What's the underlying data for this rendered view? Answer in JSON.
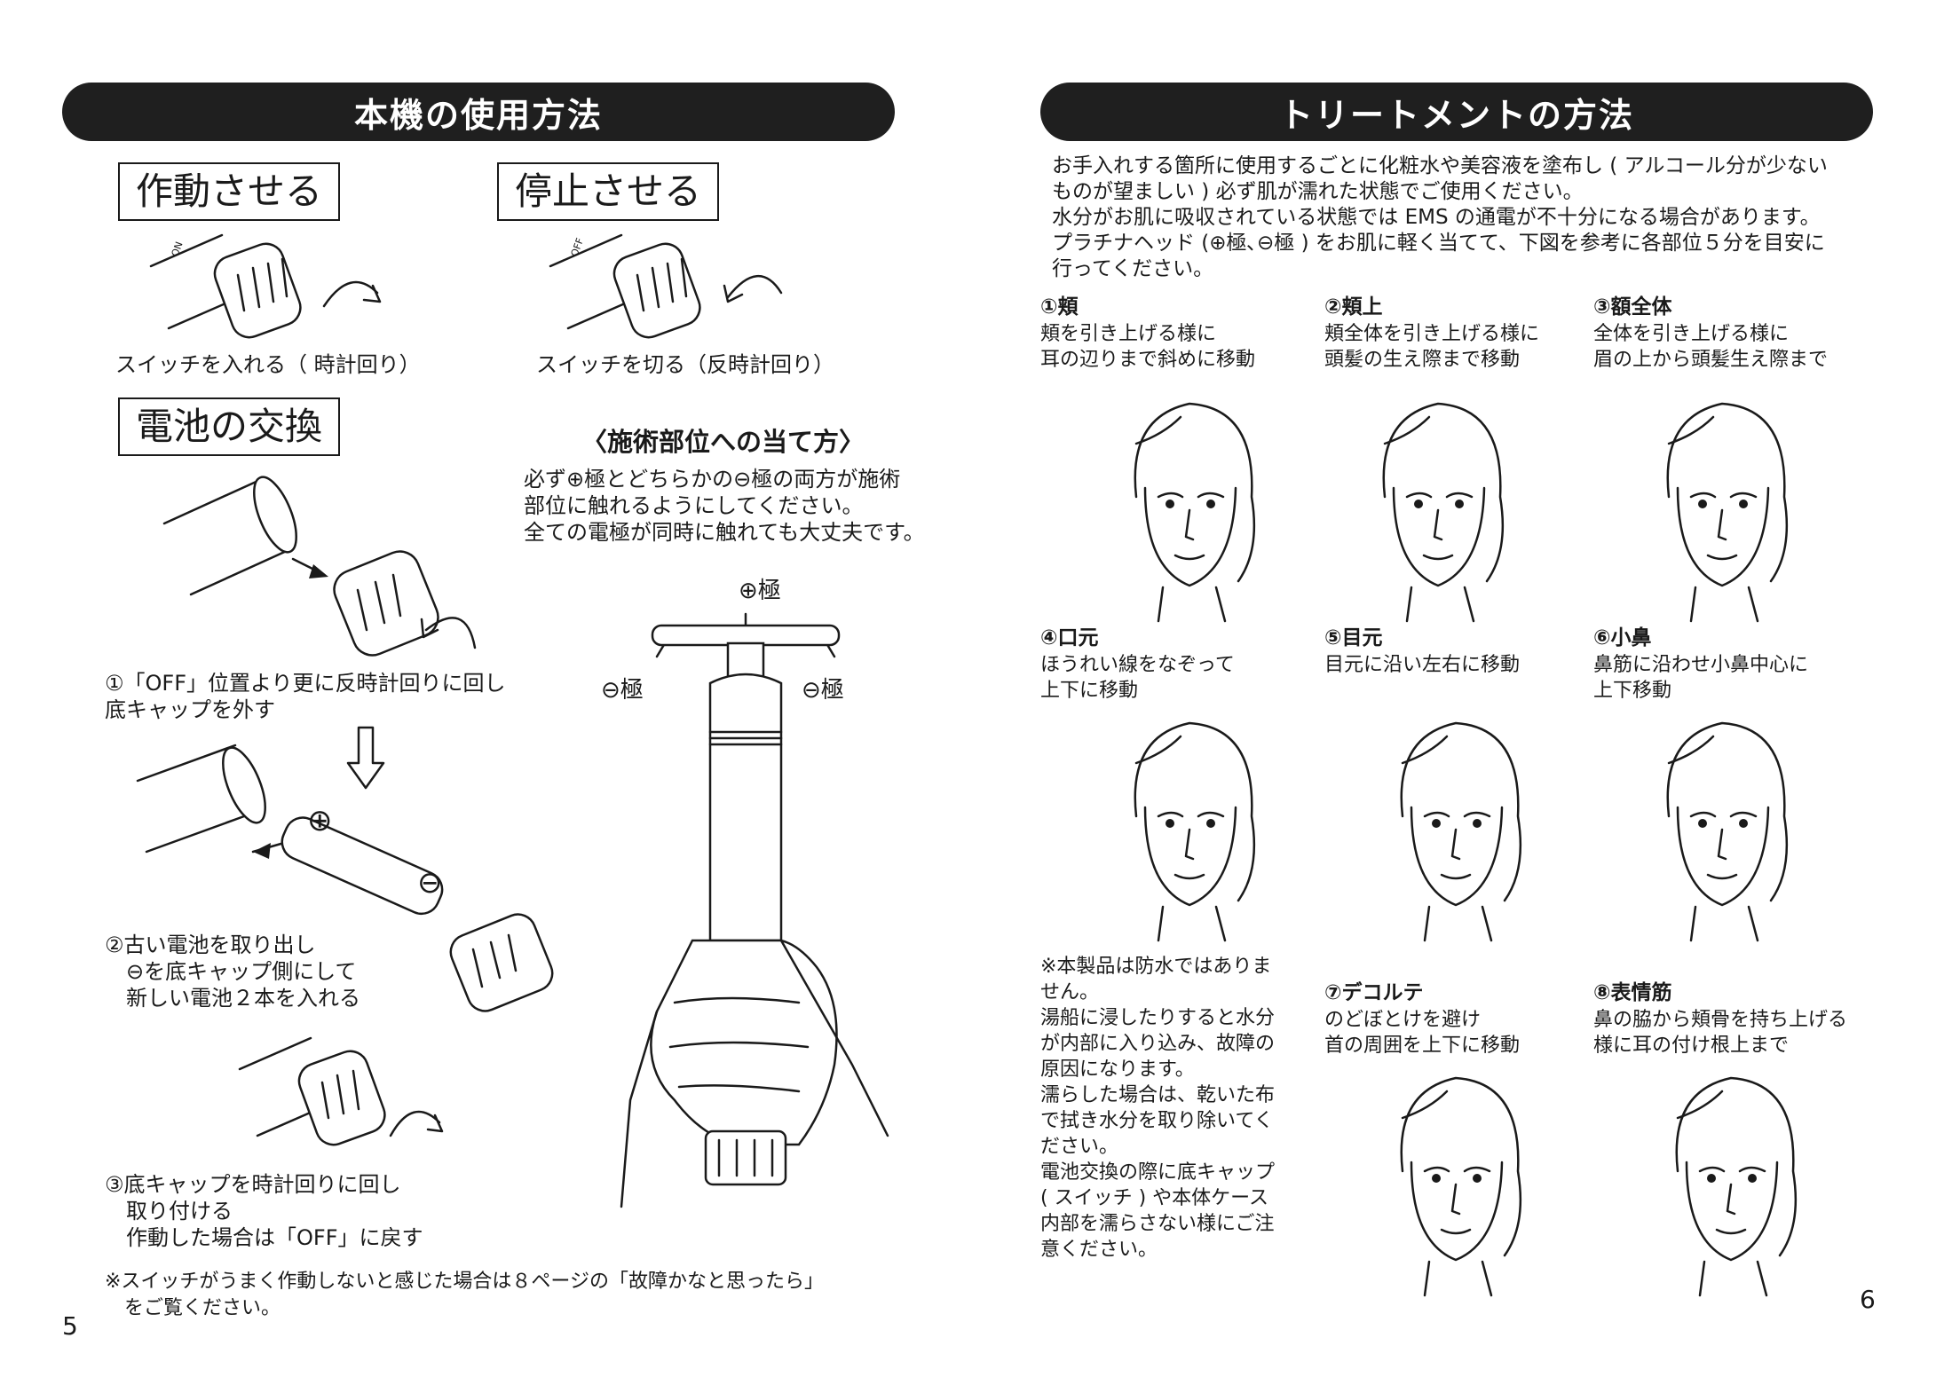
{
  "left": {
    "banner": "本機の使用方法",
    "operate_label": "作動させる",
    "stop_label": "停止させる",
    "battery_label": "電池の交換",
    "caption_on": "スイッチを入れる（ 時計回り）",
    "caption_off": "スイッチを切る（反時計回り）",
    "switch_marks": [
      "ON",
      "OFF"
    ],
    "step1": "①「OFF」位置より更に反時計回りに回し\n底キャップを外す",
    "step2": "②古い電池を取り出し\n　⊖を底キャップ側にして\n　新しい電池２本を入れる",
    "step3": "③底キャップを時計回りに回し\n　取り付ける\n　作動した場合は「OFF」に戻す",
    "plus_symbol": "⊕",
    "minus_symbol": "⊖",
    "footnote": "※スイッチがうまく作動しないと感じた場合は８ページの「故障かなと思ったら」\n　をご覧ください。",
    "page_number": "5",
    "contact": {
      "heading": "〈施術部位への当て方〉",
      "text": "必ず⊕極とどちらかの⊖極の両方が施術\n部位に触れるようにしてください。\n全ての電極が同時に触れても大丈夫です。",
      "plus_pole": "⊕極",
      "minus_pole_left": "⊖極",
      "minus_pole_right": "⊖極"
    }
  },
  "right": {
    "banner": "トリートメントの方法",
    "intro": "お手入れする箇所に使用するごとに化粧水や美容液を塗布し ( アルコール分が少ない\nものが望ましい ) 必ず肌が濡れた状態でご使用ください。\n水分がお肌に吸収されている状態では EMS の通電が不十分になる場合があります。\nプラチナヘッド (⊕極､⊖極 ) をお肌に軽く当てて、下図を参考に各部位５分を目安に\n行ってください。",
    "items": [
      {
        "title": "①頬",
        "desc": "頬を引き上げる様に\n耳の辺りまで斜めに移動"
      },
      {
        "title": "②頬上",
        "desc": "頬全体を引き上げる様に\n頭髪の生え際まで移動"
      },
      {
        "title": "③額全体",
        "desc": "全体を引き上げる様に\n眉の上から頭髪生え際まで"
      },
      {
        "title": "④口元",
        "desc": "ほうれい線をなぞって\n上下に移動"
      },
      {
        "title": "⑤目元",
        "desc": "目元に沿い左右に移動"
      },
      {
        "title": "⑥小鼻",
        "desc": "鼻筋に沿わせ小鼻中心に\n上下移動"
      },
      {
        "title": "⑦デコルテ",
        "desc": "のどぼとけを避け\n首の周囲を上下に移動"
      },
      {
        "title": "⑧表情筋",
        "desc": "鼻の脇から頬骨を持ち上げる\n様に耳の付け根上まで"
      }
    ],
    "note": "※本製品は防水ではありま\nせん。\n湯船に浸したりすると水分\nが内部に入り込み、故障の\n原因になります。\n濡らした場合は、乾いた布\nで拭き水分を取り除いてく\nださい。\n電池交換の際に底キャップ\n( スイッチ ) や本体ケース\n内部を濡らさない様にご注\n意ください。",
    "page_number": "6"
  }
}
